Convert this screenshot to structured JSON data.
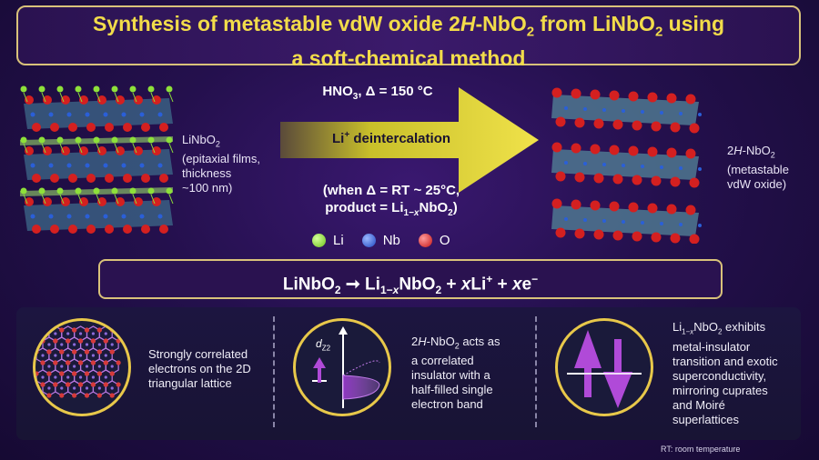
{
  "title": {
    "line1": "Synthesis of metastable vdW oxide 2H-NbO2 from LiNbO2 using",
    "line2": "a soft-chemical method"
  },
  "left_label": [
    "LiNbO2",
    "(epitaxial films,",
    "thickness",
    "~100 nm)"
  ],
  "right_label": [
    "2H-NbO2",
    "(metastable",
    "vdW oxide)"
  ],
  "condition_top": "HNO3, Δ = 150 °C",
  "arrow_label": "Li+ deintercalation",
  "condition_bottom": [
    "(when Δ = RT ~ 25°C,",
    "product = Li1−xNbO2)"
  ],
  "legend": [
    {
      "label": "Li",
      "color": "#8ee03a"
    },
    {
      "label": "Nb",
      "color": "#2a5fd8"
    },
    {
      "label": "O",
      "color": "#e02626"
    }
  ],
  "equation": "LiNbO2 → Li1−xNbO2 + xLi+ + xe−",
  "panels": [
    {
      "text": [
        "Strongly correlated",
        "electrons on the 2D",
        "triangular lattice"
      ]
    },
    {
      "axis_label": "dZ2",
      "text": [
        "2H-NbO2 acts as",
        "a correlated",
        "insulator with a",
        "half-filled single",
        "electron band"
      ]
    },
    {
      "text": [
        "Li1−xNbO2 exhibits",
        "metal-insulator",
        "transition and exotic",
        "superconductivity,",
        "mirroring cuprates",
        "and Moiré",
        "superlattices"
      ]
    }
  ],
  "footnote": "RT: room temperature",
  "colors": {
    "title_text": "#f2dc4a",
    "frame": "#d9c27a",
    "arrow": "#d8cf2a",
    "accent": "#a23ad0"
  }
}
